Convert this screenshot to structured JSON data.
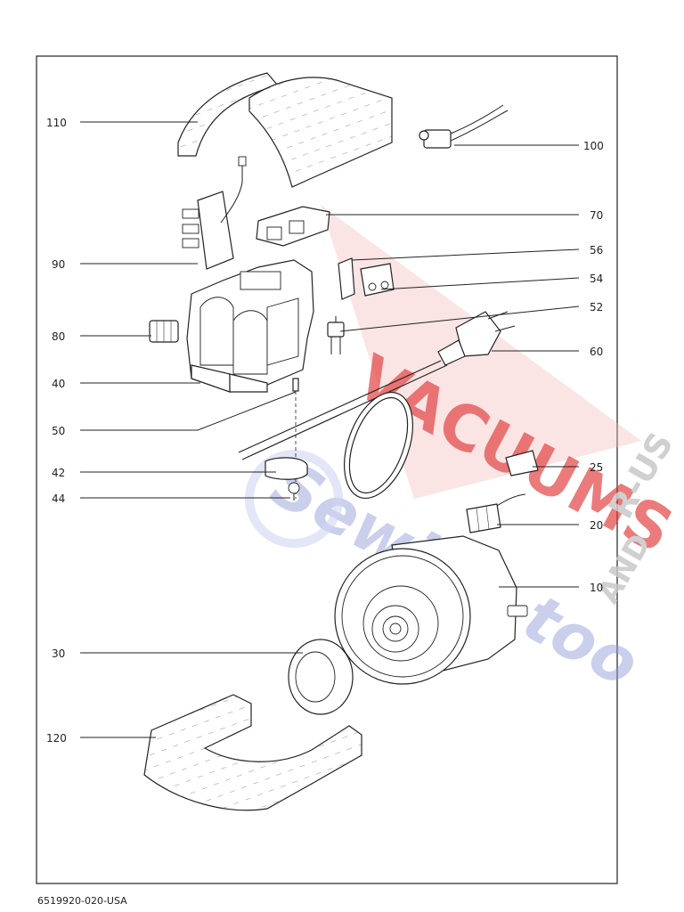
{
  "diagram": {
    "part_labels": {
      "p110": "110",
      "p100": "100",
      "p70": "70",
      "p90": "90",
      "p56": "56",
      "p54": "54",
      "p52": "52",
      "p80": "80",
      "p60": "60",
      "p40": "40",
      "p50": "50",
      "p42": "42",
      "p25": "25",
      "p44": "44",
      "p20": "20",
      "p10": "10",
      "p30": "30",
      "p120": "120"
    },
    "footer_code": "6519920-020-USA"
  },
  "watermark": {
    "line1": "VACUUMS",
    "line2": "Sewing too",
    "side1": "R-US",
    "side2": "AND",
    "color_red": "#e03030",
    "color_blue": "#8c9ad8"
  }
}
